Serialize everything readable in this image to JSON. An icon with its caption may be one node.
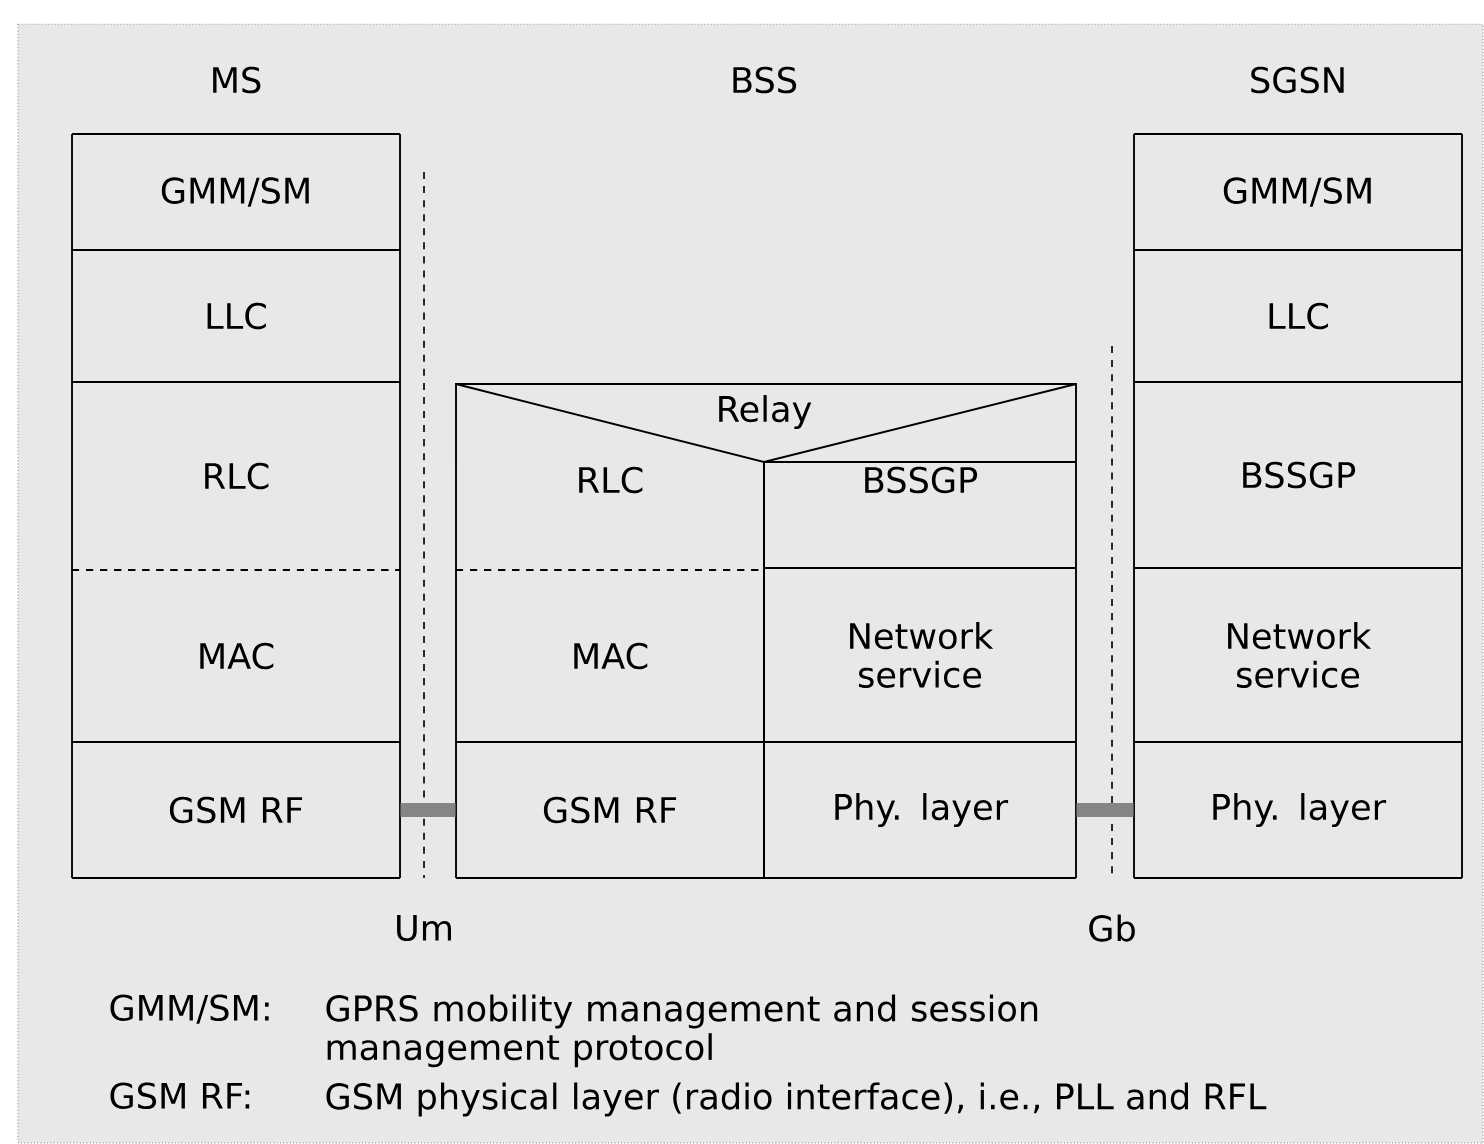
{
  "diagram": {
    "nodes": [
      {
        "text": [
          "GMM/SM"
        ]
      },
      {
        "text": [
          "LLC"
        ]
      },
      {
        "text": [
          "RLC"
        ]
      },
      {
        "text": [
          "MAC"
        ]
      },
      {
        "text": [
          "GSM RF"
        ]
      },
      {
        "text": [
          "Relay"
        ]
      },
      {
        "text": [
          "RLC"
        ]
      },
      {
        "text": [
          "BSSGP"
        ]
      },
      {
        "text": [
          "MAC"
        ]
      },
      {
        "text": [
          "Network service"
        ]
      },
      {
        "text": [
          "GSM RF"
        ]
      },
      {
        "text": [
          "Phy. layer"
        ]
      },
      {
        "text": [
          "GMM/SM"
        ]
      },
      {
        "text": [
          "LLC"
        ]
      },
      {
        "text": [
          "BSSGP"
        ]
      },
      {
        "text": [
          "Network service"
        ]
      },
      {
        "text": [
          "Phy. layer"
        ]
      }
    ],
    "edges": [
      {
        "from": 4,
        "to": 10,
        "arrow": "none"
      },
      {
        "from": 11,
        "to": 16,
        "arrow": "none"
      }
    ],
    "labels": [
      "MS",
      "BSS",
      "SGSN",
      "Um",
      "Gb",
      "GMM/SM:",
      "GPRS mobility management and session management protocol",
      "GSM RF:",
      "GSM physical layer (radio interface), i.e., PLL and RFL"
    ]
  }
}
